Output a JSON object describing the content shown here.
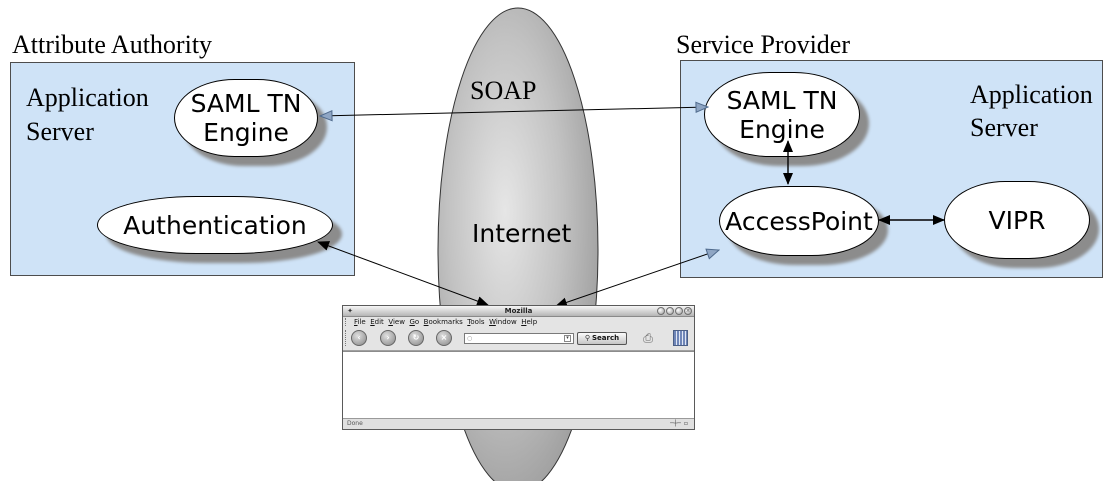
{
  "attribute_authority": {
    "title": "Attribute Authority",
    "server_line1": "Application",
    "server_line2": "Server",
    "saml_engine": {
      "line1": "SAML TN",
      "line2": "Engine"
    },
    "authentication": "Authentication"
  },
  "internet": {
    "protocol": "SOAP",
    "label": "Internet"
  },
  "service_provider": {
    "title": "Service Provider",
    "server_line1": "Application",
    "server_line2": "Server",
    "saml_engine": {
      "line1": "SAML TN",
      "line2": "Engine"
    },
    "access_point": "AccessPoint",
    "vipr": "VIPR"
  },
  "browser": {
    "title": "Mozilla",
    "menu": [
      "File",
      "Edit",
      "View",
      "Go",
      "Bookmarks",
      "Tools",
      "Window",
      "Help"
    ],
    "search_button": "Search",
    "status": "Done",
    "toolbar_icons": [
      "back-icon",
      "forward-icon",
      "reload-icon",
      "stop-icon",
      "print-icon",
      "throbber-icon"
    ]
  },
  "colors": {
    "server_box_fill": "#cfe3f7",
    "server_box_border": "#4d4d4d",
    "node_fill": "#ffffff",
    "node_shadow": "#8c8c8c",
    "internet_light": "#e6e6e6",
    "internet_dark": "#9c9c9c",
    "link_black": "#000000",
    "link_slate": "#8fa6c4"
  }
}
